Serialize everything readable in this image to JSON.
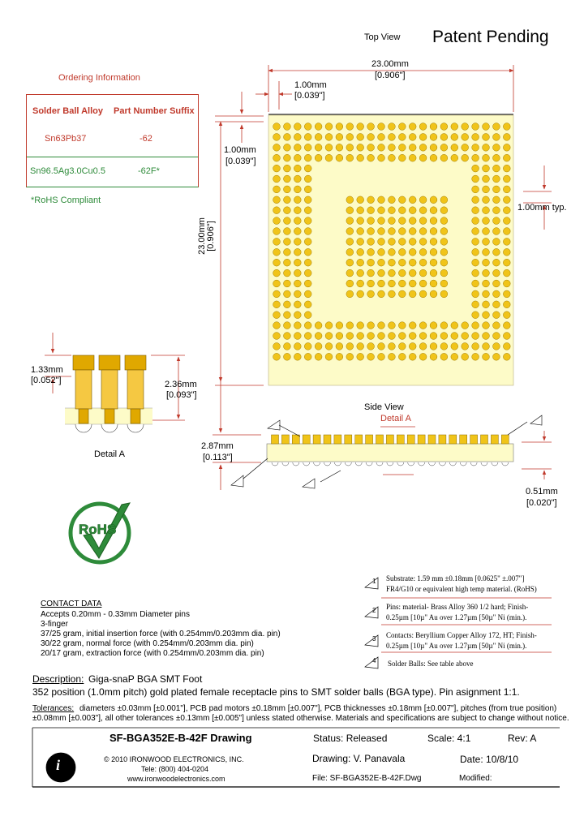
{
  "header": {
    "view_label": "Top View",
    "patent": "Patent Pending"
  },
  "ordering": {
    "title": "Ordering Information",
    "col_alloy": "Solder Ball Alloy",
    "col_suffix": "Part Number Suffix",
    "rows": [
      {
        "alloy": "Sn63Pb37",
        "suffix": "-62"
      },
      {
        "alloy": "Sn96.5Ag3.0Cu0.5",
        "suffix": "-62F*"
      }
    ],
    "note": "*RoHS Compliant"
  },
  "dimensions": {
    "width_mm": "23.00mm",
    "width_in": "[0.906\"]",
    "offset_mm": "1.00mm",
    "offset_in": "[0.039\"]",
    "left_offset_mm": "1.00mm",
    "left_offset_in": "[0.039\"]",
    "height_mm": "23.00mm",
    "height_in": "[0.906\"]",
    "pitch": "1.00mm typ.",
    "pin_top_mm": "1.33mm",
    "pin_top_in": "[0.052\"]",
    "pin_height_mm": "2.36mm",
    "pin_height_in": "[0.093\"]",
    "side_height_mm": "2.87mm",
    "side_height_in": "[0.113\"]",
    "ball_mm": "0.51mm",
    "ball_in": "[0.020\"]"
  },
  "detail_label": "Detail A",
  "side_view": {
    "title": "Side View",
    "detail": "Detail A"
  },
  "logo": {
    "rohs": "RoHS"
  },
  "notes": [
    {
      "num": "1",
      "lines": [
        "Substrate: 1.59 mm ±0.18mm [0.0625\" ±.007\"]",
        "FR4/G10 or equivalent high temp material. (RoHS)"
      ]
    },
    {
      "num": "2",
      "lines": [
        "Pins: material- Brass Alloy 360 1/2 hard; Finish-",
        "0.25µm [10µ\" Au over 1.27µm [50µ\" Ni (min.)."
      ]
    },
    {
      "num": "3",
      "lines": [
        "Contacts: Beryllium Copper Alloy 172, HT; Finish-",
        "0.25µm [10µ\" Au over 1.27µm [50µ\" Ni (min.)."
      ]
    },
    {
      "num": "4",
      "lines": [
        "Solder Balls: See table above"
      ]
    }
  ],
  "contact": {
    "title": "CONTACT DATA",
    "lines": [
      "Accepts 0.20mm - 0.33mm Diameter pins",
      "3-finger",
      "37/25 gram, initial insertion force (with 0.254mm/0.203mm dia. pin)",
      "30/22 gram, normal force (with 0.254mm/0.203mm dia. pin)",
      "20/17 gram, extraction force (with 0.254mm/0.203mm dia. pin)"
    ]
  },
  "description": {
    "label": "Description:",
    "title": "Giga-snaP BGA SMT Foot",
    "text": "352 position (1.0mm pitch) gold plated female receptacle pins to SMT solder balls (BGA type). Pin asignment 1:1."
  },
  "tolerances": {
    "label": "Tolerances:",
    "line1": "diameters ±0.03mm [±0.001\"], PCB pad motors ±0.18mm [±0.007\"], PCB thicknesses ±0.18mm [±0.007\"], pitches (from true position)",
    "line2": "±0.08mm [±0.003\"], all other tolerances ±0.13mm [±0.005\"] unless stated otherwise.  Materials and specifications are subject to change without notice."
  },
  "title_block": {
    "drawing_title": "SF-BGA352E-B-42F Drawing",
    "copyright": "© 2010 IRONWOOD ELECTRONICS, INC.",
    "tel": "Tele: (800) 404-0204",
    "web": "www.ironwoodelectronics.com",
    "status": "Status: Released",
    "scale": "Scale: 4:1",
    "rev": "Rev: A",
    "drawing_by": "Drawing: V. Panavala",
    "date": "Date: 10/8/10",
    "file": "File: SF-BGA352E-B-42F.Dwg",
    "modified": "Modified:"
  },
  "colors": {
    "accent_red": "#c0392b",
    "accent_green": "#2e8b3a",
    "substrate": "#fdfbc8",
    "gold": "#f0c419"
  }
}
